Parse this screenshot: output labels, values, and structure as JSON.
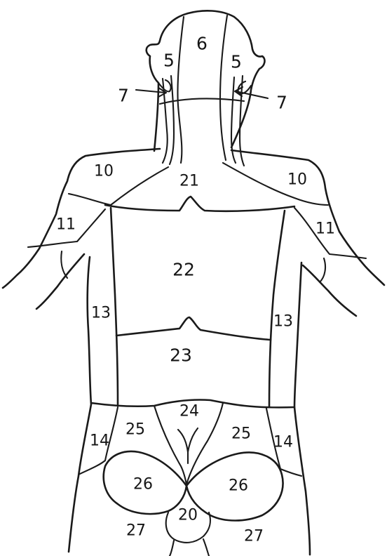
{
  "regions": {
    "head_top": "6",
    "head_left": "5",
    "head_right": "5",
    "ear_arrow_left": "7",
    "ear_arrow_right": "7",
    "shoulder_left": "10",
    "shoulder_right": "10",
    "upper_arm_left": "11",
    "upper_arm_right": "11",
    "upper_back": "21",
    "mid_back": "22",
    "lower_back": "23",
    "flank_left": "13",
    "flank_right": "13",
    "hip_left": "14",
    "hip_right": "14",
    "sacrum": "24",
    "sacrum_symbol": "Y",
    "lumbar_left": "25",
    "lumbar_right": "25",
    "buttock_left": "26",
    "buttock_right": "26",
    "anal": "20",
    "thigh_left": "27",
    "thigh_right": "27"
  }
}
